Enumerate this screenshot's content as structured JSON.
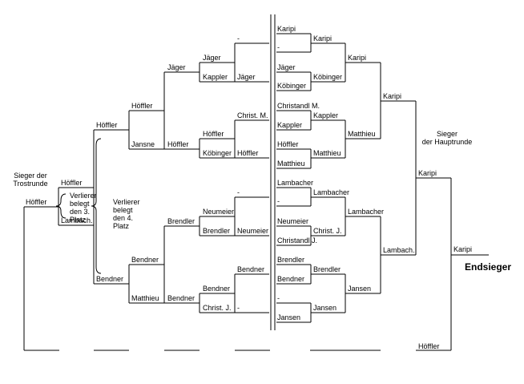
{
  "captions": {
    "sieger_trostrunde": [
      "Sieger der",
      "Trostrunde"
    ],
    "sieger_hauptrunde": [
      "Sieger",
      "der Hauptrunde"
    ],
    "verlierer_3": [
      "Verlierer",
      "belegt",
      "den 3.",
      "Platz"
    ],
    "verlierer_4": [
      "Verlierer",
      "belegt",
      "den 4.",
      "Platz"
    ],
    "endsieger": "Endsieger"
  },
  "main_bracket": {
    "round1": [
      "Karipi",
      "-",
      "Jäger",
      "Köbinger",
      "Christandl M.",
      "Kappler",
      "Höffler",
      "Matthieu",
      "Lambacher",
      "-",
      "Neumeier",
      "Christandl J.",
      "Brendler",
      "Bendner",
      "-",
      "Jansen"
    ],
    "round2": [
      "Karipi",
      "Köbinger",
      "Kappler",
      "Matthieu",
      "Lambacher",
      "Christ. J.",
      "Brendler",
      "Jansen"
    ],
    "quarterfinal": [
      "Karipi",
      "Matthieu",
      "Lambacher",
      "Jansen"
    ],
    "semifinal": [
      "Karipi",
      "Lambach."
    ],
    "final": [
      "Karipi"
    ],
    "champion": "Karipi"
  },
  "consolation_bracket": {
    "round1": [
      "-",
      "Jäger",
      "Christ. M.",
      "Höffler",
      "-",
      "Neumeier",
      "Bendner",
      "-"
    ],
    "round2": [
      "Jäger",
      "Kappler",
      "Höffler",
      "Köbinger",
      "Neumeier",
      "Brendler",
      "Bendner",
      "Christ. J."
    ],
    "round3": [
      "Jäger",
      "Höffler",
      "Brendler",
      "Bendner"
    ],
    "round4": [
      "Höffler",
      "Jansne",
      "Bendner",
      "Matthieu"
    ],
    "round5": [
      "Höffler",
      "Bendner"
    ],
    "round6": [
      "Höffler",
      "Lambach."
    ],
    "winner": "Höffler",
    "bottom_finalist": "Höffler"
  }
}
